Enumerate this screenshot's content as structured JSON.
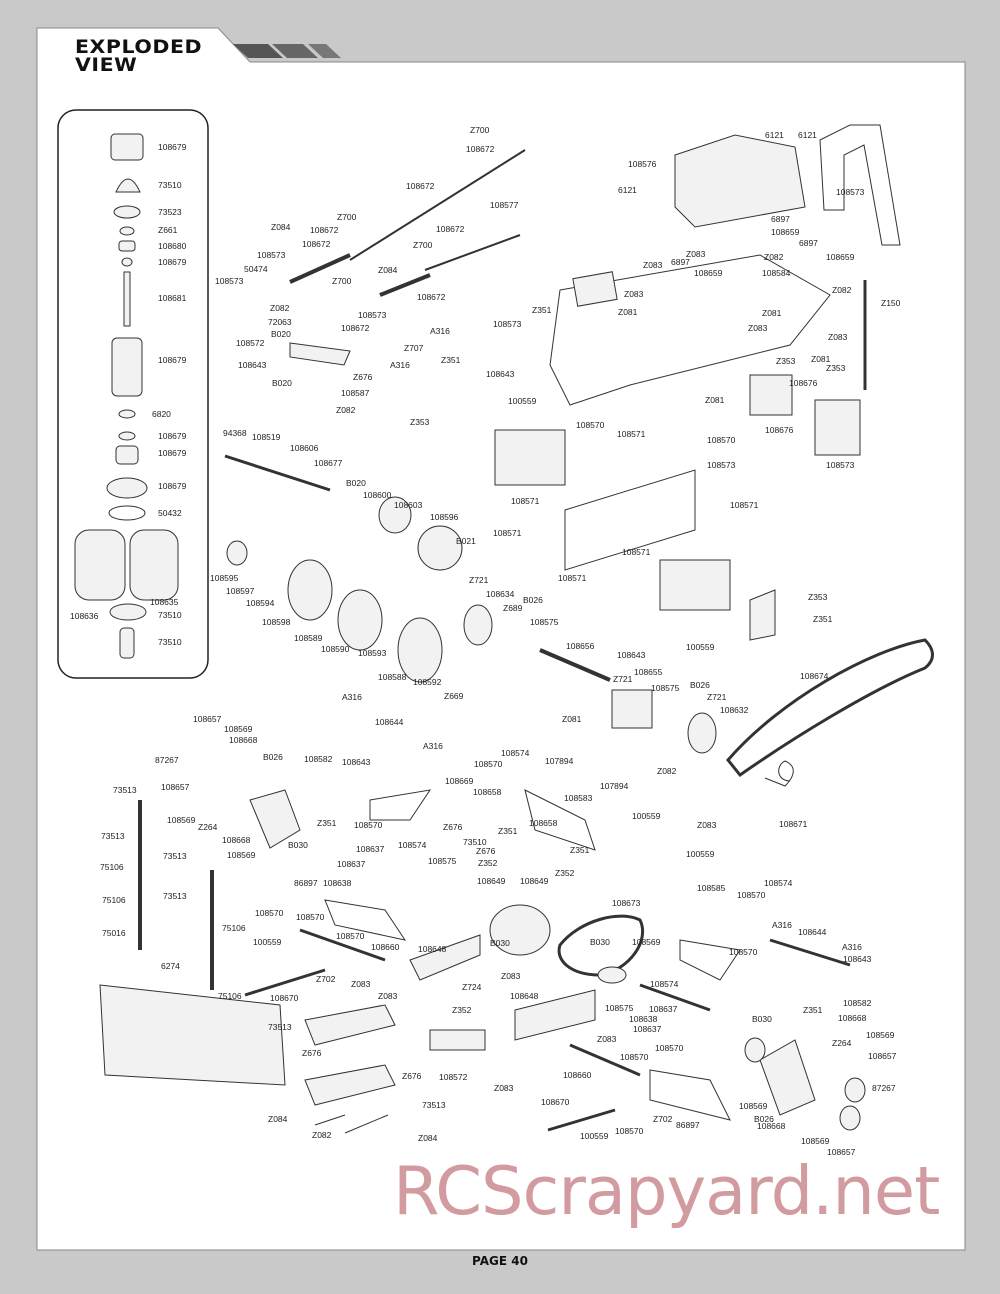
{
  "header": {
    "title": "EXPLODED\nVIEW"
  },
  "page": {
    "number": "PAGE 40"
  },
  "watermark": {
    "text": "RCScrapyard.net"
  },
  "colors": {
    "frame_gray": "#c9c9c9",
    "header_bar": "#555555",
    "line": "#333333",
    "watermark": "#c98a8f"
  },
  "part_labels": [
    "108679",
    "73510",
    "73523",
    "Z661",
    "108680",
    "108679",
    "108681",
    "108679",
    "6820",
    "108679",
    "108679",
    "108679",
    "50432",
    "108636",
    "108635",
    "73510",
    "73510",
    "Z700",
    "108672",
    "108672",
    "108672",
    "108577",
    "Z084",
    "108672",
    "Z700",
    "108573",
    "50474",
    "108573",
    "Z700",
    "108672",
    "Z700",
    "Z084",
    "108672",
    "Z082",
    "72063",
    "B020",
    "108573",
    "108672",
    "A316",
    "108572",
    "Z707",
    "108643",
    "A316",
    "B020",
    "Z676",
    "108587",
    "Z082",
    "6121",
    "6121",
    "108576",
    "108573",
    "6121",
    "6897",
    "108659",
    "6897",
    "108659",
    "Z083",
    "Z082",
    "108584",
    "Z083",
    "6897",
    "108659",
    "Z083",
    "Z082",
    "Z150",
    "Z351",
    "Z081",
    "108573",
    "Z083",
    "Z081",
    "Z083",
    "Z353",
    "Z081",
    "Z353",
    "108676",
    "108676",
    "108573",
    "Z351",
    "108643",
    "100559",
    "Z081",
    "Z353",
    "108570",
    "108571",
    "108570",
    "108573",
    "108571",
    "108571",
    "108571",
    "108571",
    "108571",
    "94368",
    "108519",
    "108606",
    "108677",
    "B020",
    "108600",
    "108603",
    "108596",
    "B021",
    "108595",
    "108597",
    "108594",
    "108598",
    "108589",
    "108590",
    "108593",
    "108588",
    "108592",
    "Z669",
    "Z721",
    "108634",
    "Z689",
    "B026",
    "108575",
    "108656",
    "108643",
    "Z353",
    "Z351",
    "100559",
    "Z721",
    "108655",
    "108575",
    "B026",
    "Z721",
    "108632",
    "108674",
    "108671",
    "Z081",
    "Z082",
    "A316",
    "108644",
    "A316",
    "108657",
    "108569",
    "108668",
    "87267",
    "B026",
    "108582",
    "108643",
    "108570",
    "108574",
    "108669",
    "107894",
    "108658",
    "108583",
    "107894",
    "73513",
    "108657",
    "108569",
    "Z264",
    "108668",
    "108569",
    "Z351",
    "B030",
    "108570",
    "108637",
    "108574",
    "108637",
    "73510",
    "Z676",
    "Z351",
    "108658",
    "Z351",
    "100559",
    "Z083",
    "100559",
    "73513",
    "73513",
    "75106",
    "75106",
    "75016",
    "73513",
    "86897",
    "108638",
    "108575",
    "Z676",
    "Z352",
    "108649",
    "108649",
    "Z352",
    "108585",
    "108574",
    "108570",
    "108570",
    "108570",
    "75106",
    "100559",
    "108570",
    "B030",
    "108660",
    "108648",
    "Z702",
    "108670",
    "75106",
    "Z083",
    "108673",
    "B030",
    "108569",
    "A316",
    "108644",
    "A316",
    "108570",
    "108643",
    "6274",
    "Z083",
    "Z083",
    "Z724",
    "Z352",
    "108648",
    "108575",
    "108574",
    "108637",
    "Z351",
    "108582",
    "108668",
    "108638",
    "108637",
    "Z264",
    "108569",
    "73513",
    "Z676",
    "Z676",
    "108572",
    "Z083",
    "Z083",
    "108660",
    "108570",
    "108570",
    "108657",
    "B030",
    "87267",
    "Z084",
    "73513",
    "Z082",
    "Z084",
    "108670",
    "100559",
    "108570",
    "Z702",
    "86897",
    "108569",
    "B026",
    "108668",
    "108569",
    "108657"
  ]
}
